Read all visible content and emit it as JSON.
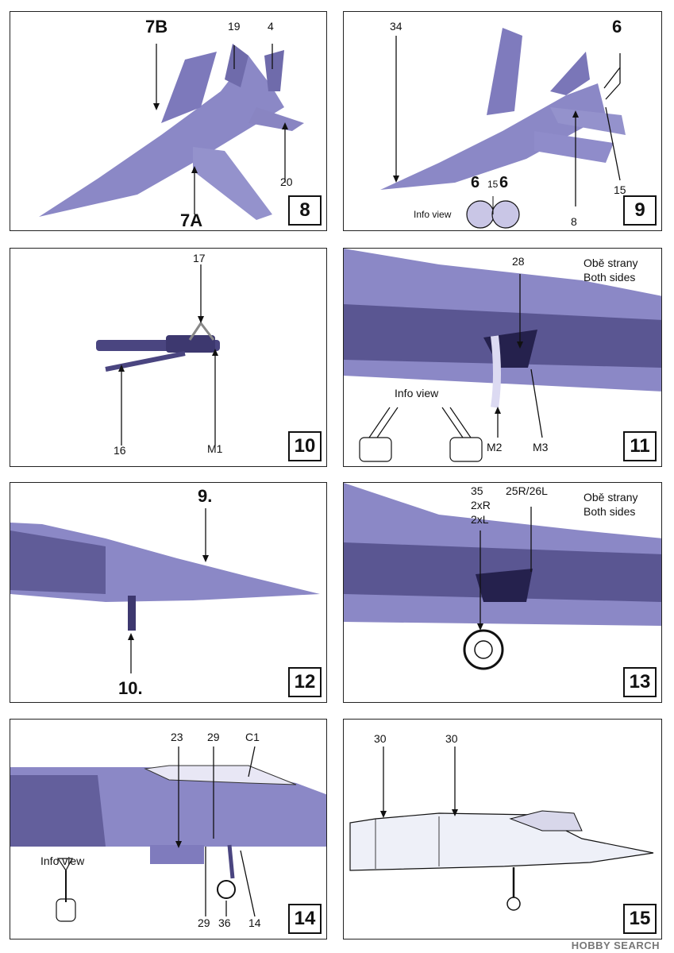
{
  "colors": {
    "model": "#8b88c6",
    "model_dark": "#4a4580",
    "line": "#111111",
    "view": "#c9c6e6"
  },
  "panels": [
    {
      "step": "8",
      "labels": {
        "a": "7B",
        "b": "19",
        "c": "4",
        "d": "20",
        "e": "7A"
      }
    },
    {
      "step": "9",
      "labels": {
        "a": "34",
        "b": "6",
        "c": "15",
        "d": "8",
        "info": "Info view",
        "v1": "6",
        "v2": "15",
        "v3": "6"
      }
    },
    {
      "step": "10",
      "labels": {
        "a": "17",
        "b": "16",
        "c": "M1"
      }
    },
    {
      "step": "11",
      "labels": {
        "a": "28",
        "note1": "Obě strany",
        "note2": "Both sides",
        "info": "Info view",
        "b": "M2",
        "c": "M3"
      }
    },
    {
      "step": "12",
      "labels": {
        "a": "9.",
        "b": "10."
      }
    },
    {
      "step": "13",
      "labels": {
        "a1": "35",
        "a2": "2xR",
        "a3": "2xL",
        "b": "25R/26L",
        "note1": "Obě strany",
        "note2": "Both sides"
      }
    },
    {
      "step": "14",
      "labels": {
        "a": "23",
        "b": "29",
        "c": "C1",
        "info": "Info view",
        "d": "29",
        "e": "36",
        "f": "14"
      }
    },
    {
      "step": "15",
      "labels": {
        "a": "30",
        "b": "30"
      }
    }
  ],
  "watermark": "HOBBY SEARCH"
}
